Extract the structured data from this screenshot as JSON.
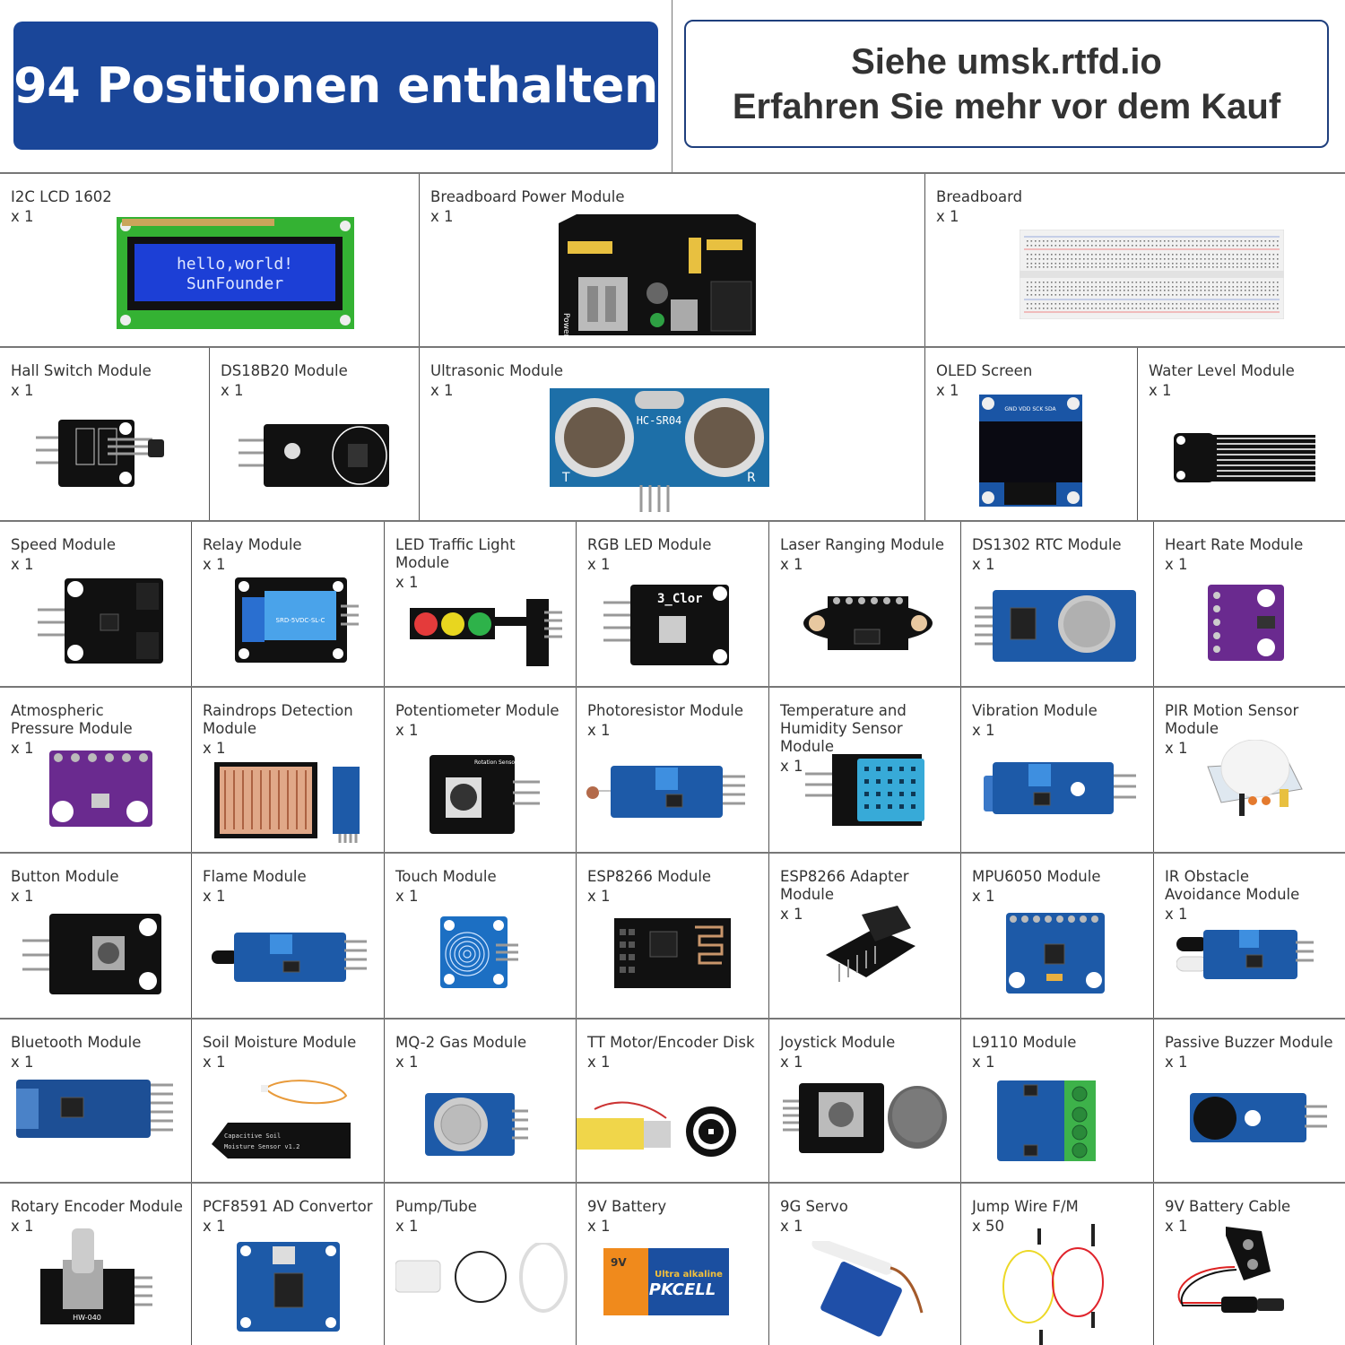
{
  "header": {
    "left_banner": "94 Positionen enthalten",
    "right_banner_line1": "Siehe umsk.rtfd.io",
    "right_banner_line2": "Erfahren Sie mehr vor dem Kauf",
    "brand_color": "#1a4699"
  },
  "rows": [
    [
      {
        "name": "I2C LCD 1602",
        "qty": "x 1",
        "icon": "lcd-1602-icon",
        "lcd_line1": "hello,world!",
        "lcd_line2": "SunFounder"
      },
      {
        "name": "Breadboard Power Module",
        "qty": "x 1",
        "icon": "breadboard-power-module-icon"
      },
      {
        "name": "Breadboard",
        "qty": "x 1",
        "icon": "breadboard-icon"
      }
    ],
    [
      {
        "name": "Hall Switch Module",
        "qty": "x 1",
        "icon": "hall-switch-module-icon"
      },
      {
        "name": "DS18B20 Module",
        "qty": "x 1",
        "icon": "ds18b20-module-icon"
      },
      {
        "name": "Ultrasonic Module",
        "qty": "x 1",
        "icon": "ultrasonic-module-icon",
        "label": "HC-SR04"
      },
      {
        "name": "OLED Screen",
        "qty": "x 1",
        "icon": "oled-screen-icon"
      },
      {
        "name": "Water Level Module",
        "qty": "x 1",
        "icon": "water-level-module-icon"
      }
    ],
    [
      {
        "name": "Speed Module",
        "qty": "x 1",
        "icon": "speed-module-icon"
      },
      {
        "name": "Relay Module",
        "qty": "x 1",
        "icon": "relay-module-icon"
      },
      {
        "name": "LED Traffic Light Module",
        "qty": "x 1",
        "icon": "traffic-light-module-icon"
      },
      {
        "name": "RGB LED Module",
        "qty": "x 1",
        "icon": "rgb-led-module-icon"
      },
      {
        "name": "Laser Ranging Module",
        "qty": "x 1",
        "icon": "laser-ranging-module-icon"
      },
      {
        "name": "DS1302 RTC Module",
        "qty": "x 1",
        "icon": "rtc-module-icon"
      },
      {
        "name": "Heart Rate Module",
        "qty": "x 1",
        "icon": "heart-rate-module-icon"
      }
    ],
    [
      {
        "name": "Atmospheric Pressure Module",
        "qty": "x 1",
        "icon": "pressure-module-icon"
      },
      {
        "name": "Raindrops Detection Module",
        "qty": "x 1",
        "icon": "raindrop-module-icon"
      },
      {
        "name": "Potentiometer Module",
        "qty": "x 1",
        "icon": "potentiometer-module-icon"
      },
      {
        "name": "Photoresistor Module",
        "qty": "x 1",
        "icon": "photoresistor-module-icon"
      },
      {
        "name": "Temperature and Humidity Sensor Module",
        "qty": "x 1",
        "icon": "dht11-module-icon"
      },
      {
        "name": "Vibration Module",
        "qty": "x 1",
        "icon": "vibration-module-icon"
      },
      {
        "name": "PIR Motion Sensor Module",
        "qty": "x 1",
        "icon": "pir-sensor-icon"
      }
    ],
    [
      {
        "name": "Button Module",
        "qty": "x 1",
        "icon": "button-module-icon"
      },
      {
        "name": "Flame Module",
        "qty": "x 1",
        "icon": "flame-module-icon"
      },
      {
        "name": "Touch Module",
        "qty": "x 1",
        "icon": "touch-module-icon"
      },
      {
        "name": "ESP8266 Module",
        "qty": "x 1",
        "icon": "esp8266-module-icon"
      },
      {
        "name": "ESP8266 Adapter Module",
        "qty": "x 1",
        "icon": "esp8266-adapter-icon"
      },
      {
        "name": "MPU6050 Module",
        "qty": "x 1",
        "icon": "mpu6050-module-icon"
      },
      {
        "name": "IR Obstacle Avoidance Module",
        "qty": "x 1",
        "icon": "ir-obstacle-module-icon"
      }
    ],
    [
      {
        "name": "Bluetooth Module",
        "qty": "x 1",
        "icon": "bluetooth-module-icon"
      },
      {
        "name": "Soil Moisture Module",
        "qty": "x 1",
        "icon": "soil-moisture-module-icon"
      },
      {
        "name": "MQ-2 Gas Module",
        "qty": "x 1",
        "icon": "gas-module-icon"
      },
      {
        "name": "TT Motor/Encoder Disk",
        "qty": "x 1",
        "icon": "tt-motor-icon"
      },
      {
        "name": "Joystick Module",
        "qty": "x 1",
        "icon": "joystick-module-icon"
      },
      {
        "name": "L9110 Module",
        "qty": "x 1",
        "icon": "l9110-module-icon"
      },
      {
        "name": "Passive Buzzer  Module",
        "qty": "x 1",
        "icon": "buzzer-module-icon"
      }
    ],
    [
      {
        "name": "Rotary Encoder Module",
        "qty": "x 1",
        "icon": "rotary-encoder-icon"
      },
      {
        "name": "PCF8591 AD Convertor",
        "qty": "x 1",
        "icon": "pcf8591-module-icon"
      },
      {
        "name": "Pump/Tube",
        "qty": "x 1",
        "icon": "pump-tube-icon"
      },
      {
        "name": "9V Battery",
        "qty": "x 1",
        "icon": "battery-9v-icon"
      },
      {
        "name": "9G Servo",
        "qty": "x 1",
        "icon": "servo-icon"
      },
      {
        "name": "Jump Wire F/M",
        "qty": "x 50",
        "icon": "jump-wire-icon"
      },
      {
        "name": "9V Battery Cable",
        "qty": "x 1",
        "icon": "battery-cable-icon"
      }
    ]
  ]
}
